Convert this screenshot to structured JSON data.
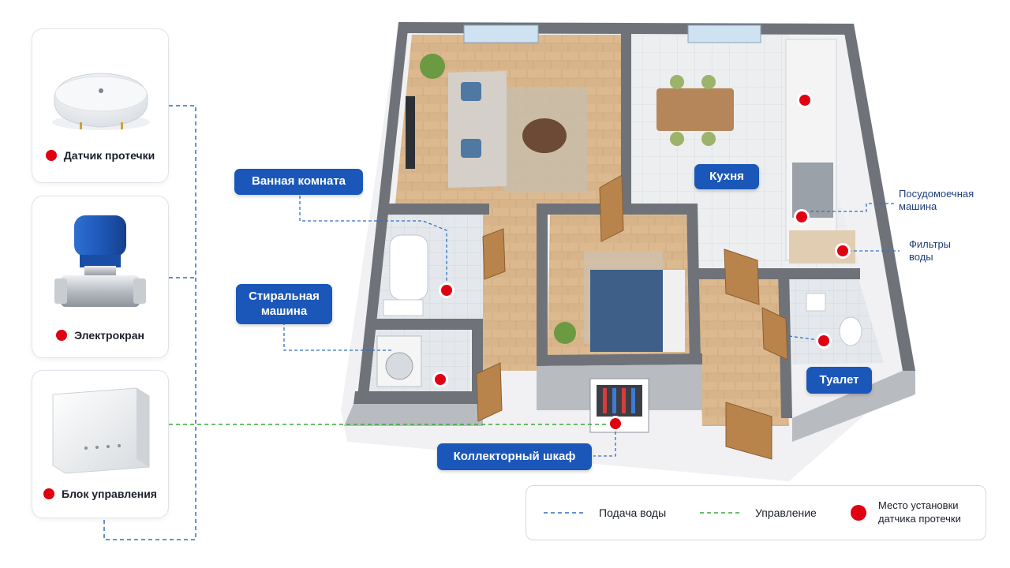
{
  "devices": [
    {
      "label": "Датчик протечки",
      "icon": "leak-sensor-icon"
    },
    {
      "label": "Электрокран",
      "icon": "motorized-valve-icon"
    },
    {
      "label": "Блок управления",
      "icon": "control-unit-icon"
    }
  ],
  "zones": {
    "bathroom": "Ванная комната",
    "washing_machine": "Стиральная машина",
    "kitchen": "Кухня",
    "manifold_cabinet": "Коллекторный шкаф",
    "toilet": "Туалет",
    "dishwasher": "Посудомоечная машина",
    "water_filters": "Фильтры воды"
  },
  "legend": {
    "water_supply": "Подача воды",
    "control": "Управление",
    "sensor_location": "Место установки датчика протечки"
  },
  "colors": {
    "accent_blue": "#1a57b8",
    "sensor_red": "#e00012",
    "water_line": "#2f6fc4",
    "control_line": "#3aa83a"
  }
}
